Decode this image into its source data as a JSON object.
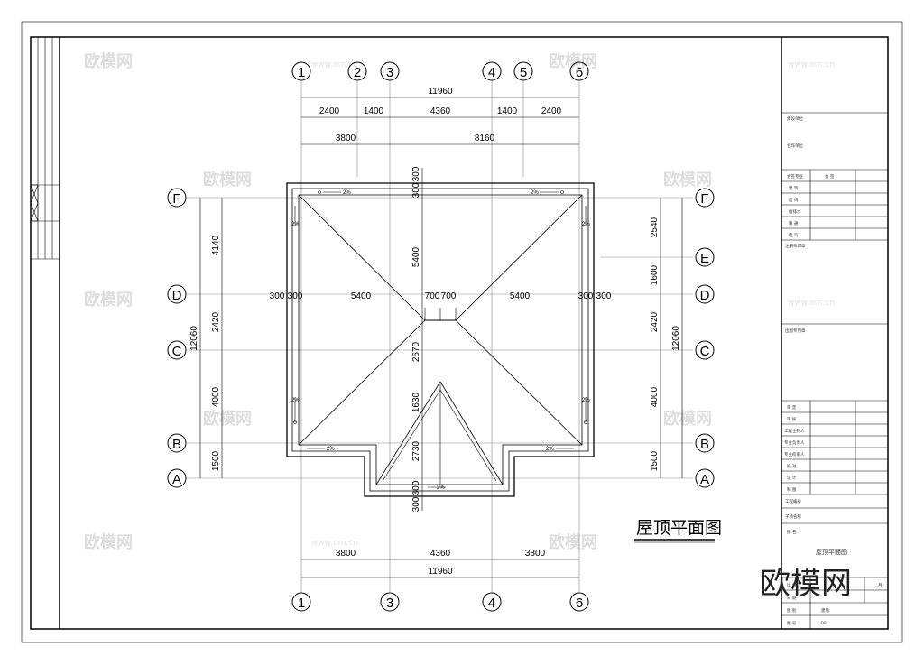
{
  "drawing": {
    "title": "屋顶平面图",
    "stamp": "欧模网",
    "watermark_text": "欧模网",
    "watermark_url": "www.om.cn"
  },
  "grid_top": [
    "1",
    "2",
    "3",
    "4",
    "5",
    "6"
  ],
  "grid_bottom": [
    "1",
    "3",
    "4",
    "6"
  ],
  "grid_left": [
    "F",
    "D",
    "C",
    "B",
    "A"
  ],
  "grid_right": [
    "F",
    "E",
    "D",
    "C",
    "B",
    "A"
  ],
  "dims": {
    "top_total": "11960",
    "top_row2": [
      "2400",
      "1400",
      "4360",
      "1400",
      "2400"
    ],
    "top_row3": [
      "3800",
      "8160"
    ],
    "bottom_row": [
      "3800",
      "4360",
      "3800"
    ],
    "bottom_total": "11960",
    "left_segs": [
      "4140",
      "2420",
      "4000",
      "1500"
    ],
    "left_total": "12060",
    "right_segs": [
      "2540",
      "1600",
      "2420",
      "4000",
      "1500"
    ],
    "right_total": "12060",
    "overhang": "300",
    "middle_row": [
      "300",
      "300",
      "5400",
      "700",
      "700",
      "5400",
      "300",
      "300"
    ],
    "center_col": [
      "300",
      "300",
      "5400",
      "2670",
      "1630",
      "2730",
      "300",
      "300"
    ]
  },
  "slope": "2%",
  "title_block": {
    "build_unit": "建设单位",
    "project_name": "合作单位",
    "sign_rows": [
      "会签专业",
      "建 筑",
      "结 构",
      "给排水",
      "暖 通",
      "电 气"
    ],
    "sign_col": "会 签",
    "notes1": "注册师印章",
    "notes2": "出图专用章",
    "staff_rows": [
      "审 定",
      "审 核",
      "工程主持人",
      "专业负责人",
      "专业校审人",
      "校 对",
      "设 计",
      "制 图"
    ],
    "project_no": "工程编号",
    "sub_no": "子项名称",
    "drawing_name_label": "图 名",
    "drawing_name": "屋顶平面图",
    "footer_rows": [
      "比 例",
      "日 期",
      "图 别",
      "图 号"
    ],
    "footer_values": [
      "",
      "",
      "建施",
      "08"
    ],
    "footer_right": "月"
  }
}
